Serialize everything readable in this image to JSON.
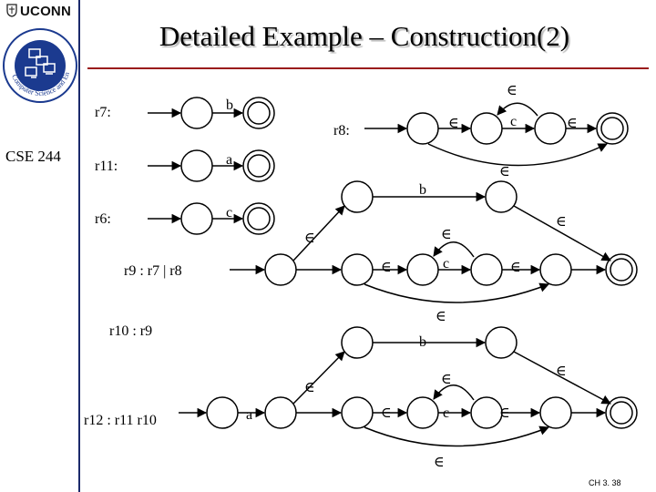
{
  "header": {
    "university": "UCONN",
    "logo_text": "Computer Science and Engineering",
    "course": "CSE 244"
  },
  "slide": {
    "title": "Detailed Example – Construction(2)",
    "footer": "CH 3. 38"
  },
  "labels": {
    "r7": "r7:",
    "r11": "r11:",
    "r6": "r6:",
    "r8": "r8:",
    "r9": "r9 : r7 | r8",
    "r10": "r10 : r9",
    "r12": "r12 : r11 r10"
  },
  "symbols": {
    "epsilon": "∈",
    "a": "a",
    "b": "b",
    "c": "c"
  }
}
